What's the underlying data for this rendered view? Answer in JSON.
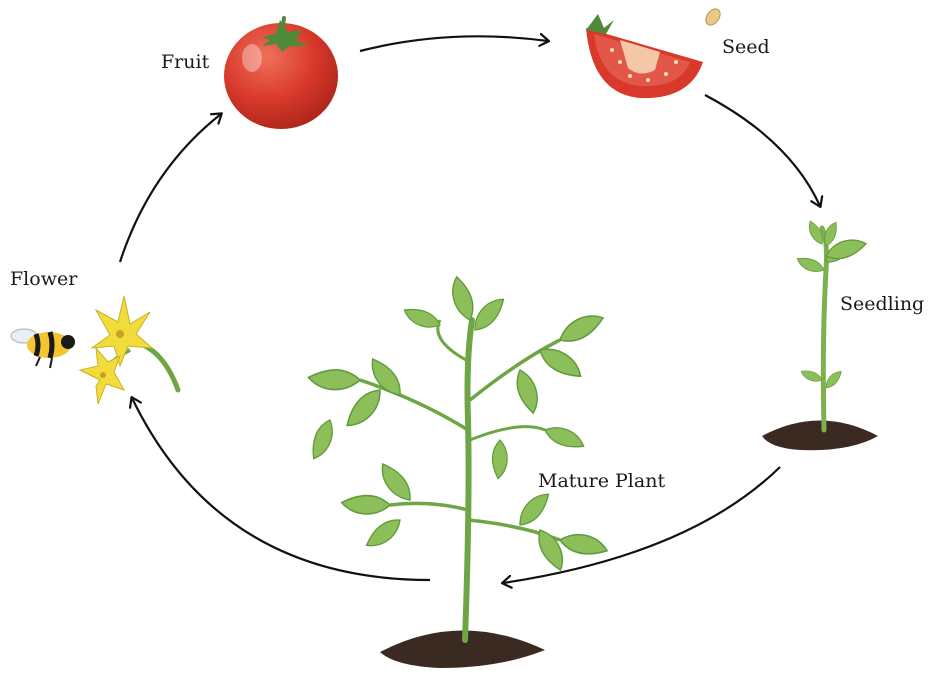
{
  "stages": {
    "fruit": "Fruit",
    "seed": "Seed",
    "seedling": "Seedling",
    "mature_plant": "Mature Plant",
    "flower": "Flower"
  },
  "colors": {
    "tomato": "#d8392b",
    "tomato_dark": "#b8281c",
    "stem_green": "#5a8f3a",
    "leaf_green": "#8cbf5a",
    "leaf_dark": "#6ea646",
    "soil": "#3b2a22",
    "flower_yellow": "#f2dc3c",
    "arrow": "#111111"
  }
}
